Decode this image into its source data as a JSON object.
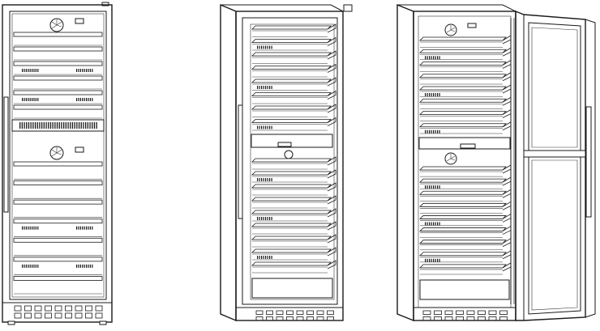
{
  "figure": {
    "views": [
      {
        "id": "front",
        "shelves_upper": 6,
        "shelves_lower": 7,
        "door": "closed",
        "icons": [
          "fan-icon",
          "display-panel-icon"
        ]
      },
      {
        "id": "three-quarter",
        "shelves_upper": 8,
        "shelves_lower": 9,
        "door": "closed",
        "icons": [
          "fan-icon",
          "display-panel-icon"
        ]
      },
      {
        "id": "door-open",
        "shelves_upper": 8,
        "shelves_lower": 9,
        "door": "open",
        "icons": [
          "fan-icon",
          "display-panel-icon"
        ]
      }
    ],
    "colors": {
      "line": "#1a1a1a",
      "background": "#ffffff"
    }
  }
}
